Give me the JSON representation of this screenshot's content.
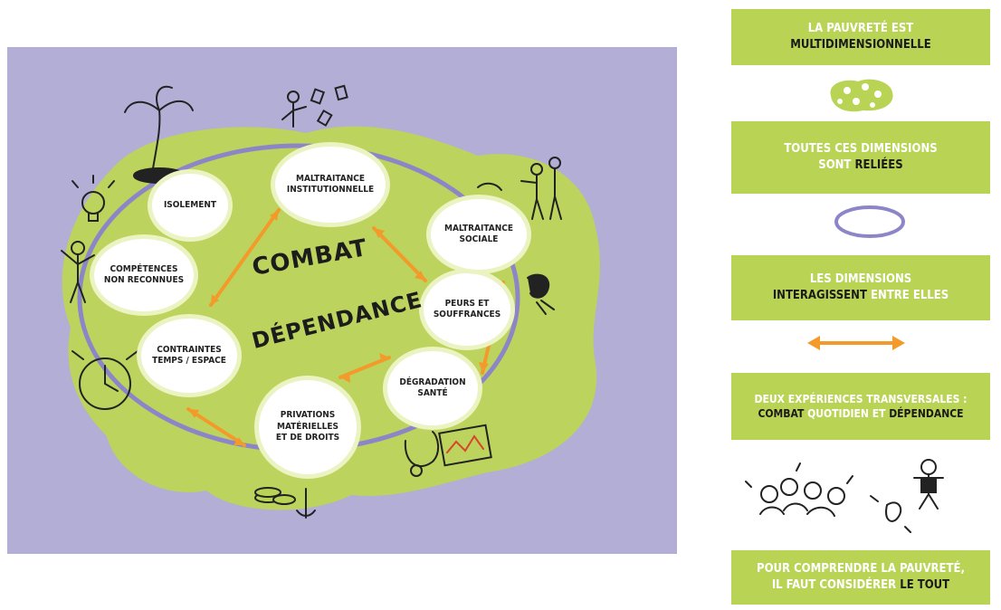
{
  "diagram": {
    "center_words": [
      "COMBAT",
      "DÉPENDANCE"
    ],
    "nodes": [
      {
        "id": "maltraitance-institutionnelle",
        "label": "MALTRAITANCE\nINSTITUTIONNELLE"
      },
      {
        "id": "isolement",
        "label": "ISOLEMENT"
      },
      {
        "id": "competences",
        "label": "COMPÉTENCES\nNON RECONNUES"
      },
      {
        "id": "contraintes",
        "label": "CONTRAINTES\nTEMPS / ESPACE"
      },
      {
        "id": "privations",
        "label": "PRIVATIONS\nMATÉRIELLES\nET DE DROITS"
      },
      {
        "id": "degradation",
        "label": "DÉGRADATION\nSANTÉ"
      },
      {
        "id": "peurs",
        "label": "PEURS ET\nSOUFFRANCES"
      },
      {
        "id": "maltraitance-sociale",
        "label": "MALTRAITANCE\nSOCIALE"
      }
    ],
    "colors": {
      "background": "#b2aed6",
      "island": "#bcd35d",
      "ring": "#8c86c8",
      "arrow": "#f39a2b"
    }
  },
  "legend": [
    {
      "line1": "LA PAUVRETÉ EST",
      "line2_plain_before": "",
      "line2_em": "MULTIDIMENSIONNELLE",
      "line2_plain_after": ""
    },
    {
      "line1": "TOUTES CES DIMENSIONS",
      "line2_plain_before": "SONT ",
      "line2_em": "RELIÉES",
      "line2_plain_after": ""
    },
    {
      "line1": "LES DIMENSIONS",
      "line2_plain_before": "",
      "line2_em": "INTERAGISSENT",
      "line2_plain_after": " ENTRE ELLES"
    },
    {
      "line1": "DEUX EXPÉRIENCES TRANSVERSALES :",
      "line2_plain_before": "",
      "line2_em": "COMBAT",
      "line2_plain_after": " QUOTIDIEN ET ",
      "line2_em2": "DÉPENDANCE"
    },
    {
      "line1": "POUR COMPRENDRE LA PAUVRETÉ,",
      "line2_plain_before": "IL FAUT CONSIDÉRER ",
      "line2_em": "LE TOUT",
      "line2_plain_after": ""
    }
  ],
  "legend_icons": [
    "island-blob-icon",
    "ring-icon",
    "double-arrow-icon",
    "people-sketch-icon"
  ]
}
